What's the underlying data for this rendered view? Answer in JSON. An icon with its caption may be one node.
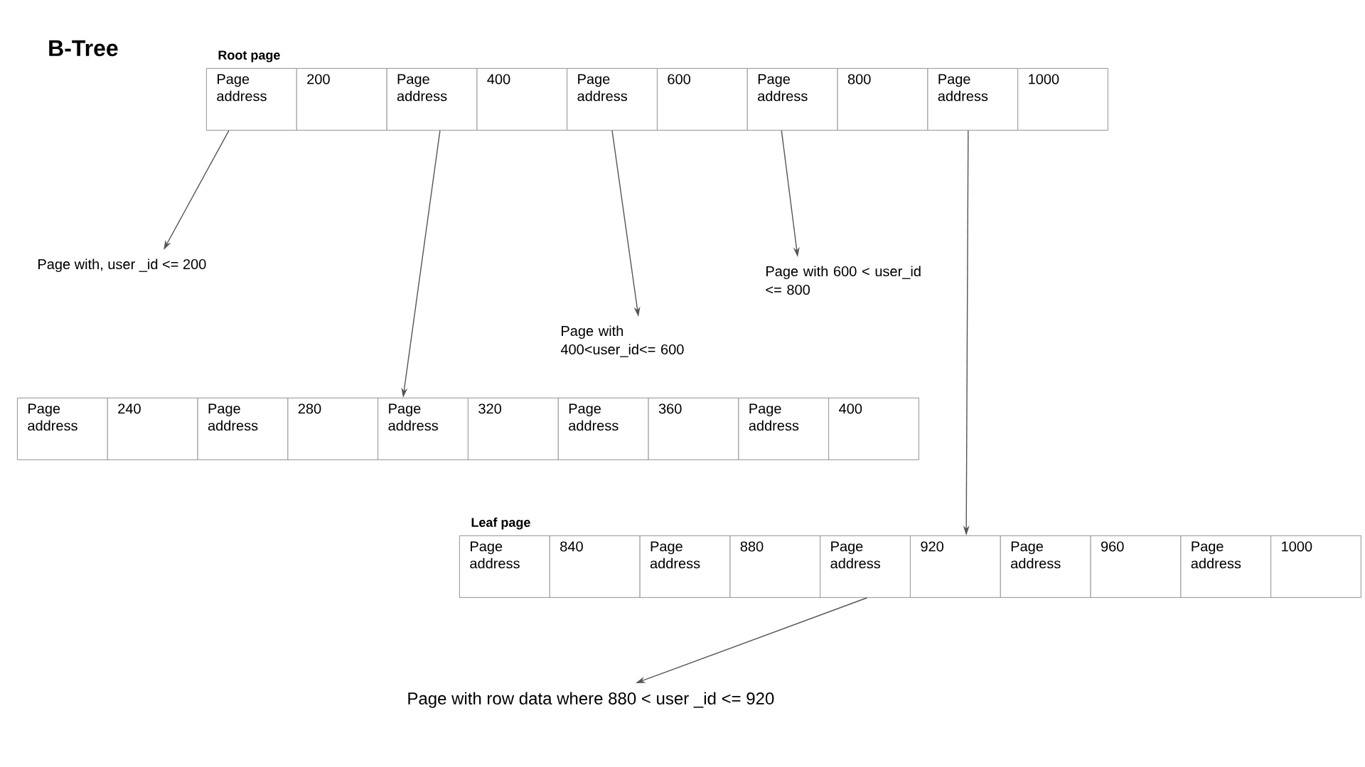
{
  "diagram": {
    "title": "B-Tree",
    "nodes": [
      {
        "text": [
          "Root page"
        ]
      },
      {
        "text": [
          "Page address"
        ],
        "in": 0
      },
      {
        "text": [
          "200"
        ],
        "in": 0
      },
      {
        "text": [
          "Page address"
        ],
        "in": 0
      },
      {
        "text": [
          "400"
        ],
        "in": 0
      },
      {
        "text": [
          "Page address"
        ],
        "in": 0
      },
      {
        "text": [
          "600"
        ],
        "in": 0
      },
      {
        "text": [
          "Page address"
        ],
        "in": 0
      },
      {
        "text": [
          "800"
        ],
        "in": 0
      },
      {
        "text": [
          "Page address"
        ],
        "in": 0
      },
      {
        "text": [
          "1000"
        ],
        "in": 0
      },
      {
        "text": [
          "Page with, user _id <= 200"
        ]
      },
      {
        "text": [
          "Page with 400<user_id<= 600"
        ]
      },
      {
        "text": [
          "Page with 600 < user_id <= 800"
        ]
      },
      {
        "text": [],
        "shape": "box"
      },
      {
        "text": [
          "Page address"
        ],
        "in": 14
      },
      {
        "text": [
          "240"
        ],
        "in": 14
      },
      {
        "text": [
          "Page address"
        ],
        "in": 14
      },
      {
        "text": [
          "280"
        ],
        "in": 14
      },
      {
        "text": [
          "Page address"
        ],
        "in": 14
      },
      {
        "text": [
          "320"
        ],
        "in": 14
      },
      {
        "text": [
          "Page address"
        ],
        "in": 14
      },
      {
        "text": [
          "360"
        ],
        "in": 14
      },
      {
        "text": [
          "Page address"
        ],
        "in": 14
      },
      {
        "text": [
          "400"
        ],
        "in": 14
      },
      {
        "text": [
          "Leaf page"
        ]
      },
      {
        "text": [
          "Page address"
        ],
        "in": 25
      },
      {
        "text": [
          "840"
        ],
        "in": 25
      },
      {
        "text": [
          "Page address"
        ],
        "in": 25
      },
      {
        "text": [
          "880"
        ],
        "in": 25
      },
      {
        "text": [
          "Page address"
        ],
        "in": 25
      },
      {
        "text": [
          "920"
        ],
        "in": 25
      },
      {
        "text": [
          "Page address"
        ],
        "in": 25
      },
      {
        "text": [
          "960"
        ],
        "in": 25
      },
      {
        "text": [
          "Page address"
        ],
        "in": 25
      },
      {
        "text": [
          "1000"
        ],
        "in": 25
      },
      {
        "text": [
          "Page with row data where 880 < user _id <= 920"
        ]
      }
    ],
    "edges": [
      {
        "from": 1,
        "to": 11,
        "arrow": "to"
      },
      {
        "from": 3,
        "to": 19,
        "arrow": "to"
      },
      {
        "from": 5,
        "to": 12,
        "arrow": "to"
      },
      {
        "from": 7,
        "to": 13,
        "arrow": "to"
      },
      {
        "from": 9,
        "to": 31,
        "arrow": "to"
      },
      {
        "from": 30,
        "to": 36,
        "arrow": "to"
      }
    ]
  }
}
